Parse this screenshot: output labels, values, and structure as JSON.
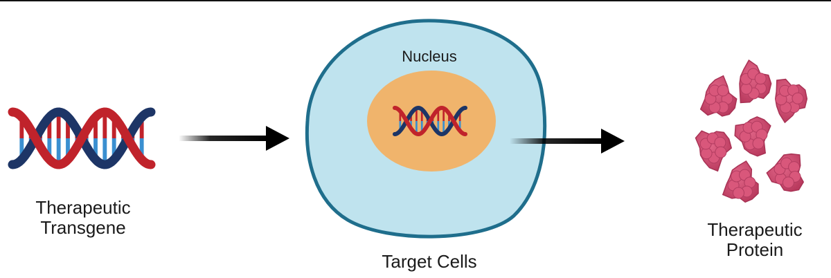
{
  "labels": {
    "transgene_line1": "Therapeutic",
    "transgene_line2": "Transgene",
    "nucleus": "Nucleus",
    "target_cells": "Target Cells",
    "protein_line1": "Therapeutic",
    "protein_line2": "Protein"
  },
  "icons": {
    "transgene": "dna-helix-icon",
    "nuclear_dna": "dna-helix-icon",
    "protein": "protein-cluster-icon",
    "arrow": "arrow-right-icon"
  },
  "colors": {
    "dna_red": "#c0232b",
    "dna_blue": "#1d3566",
    "rung_blue": "#3a8fd0",
    "cell_fill": "#bfe3ee",
    "cell_border": "#1f6e8c",
    "nucleus_fill": "#f0b46c",
    "protein": "#d04b70",
    "arrow": "#000000"
  }
}
